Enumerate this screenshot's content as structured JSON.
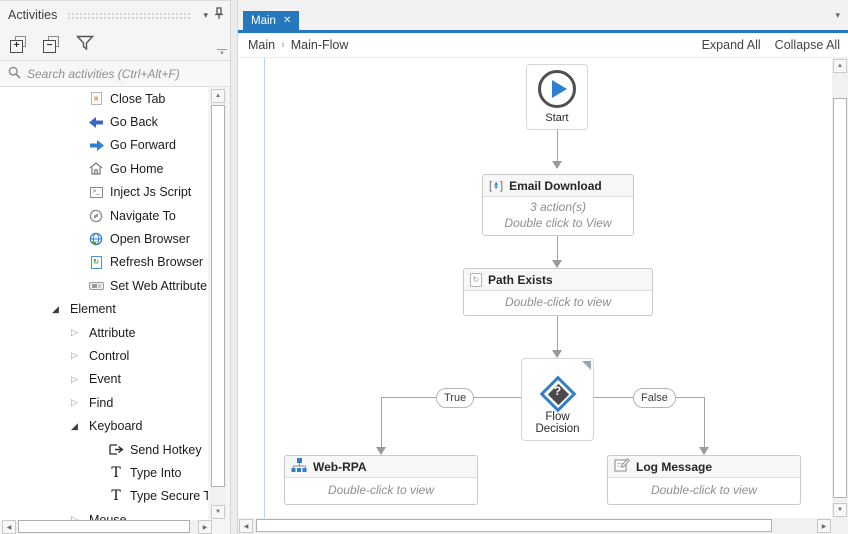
{
  "colors": {
    "accent_blue": "#2577be",
    "node_blue": "#2e7fd0",
    "connector_gray": "#a3a3a3",
    "header_gray": "#f7f7f7"
  },
  "icons": {
    "dropdown_caret": "▾",
    "tab_close": "✕",
    "expander_expanded": "◢",
    "expander_collapsed": "▷",
    "expand_all_plus": "+",
    "collapse_all_minus": "−",
    "page_refresh": "↻",
    "sequence_up": "▲",
    "sequence_down": "▼",
    "decision_question": "?",
    "close_tab_x": "✕",
    "sb_up": "▲",
    "sb_down": "▼",
    "sb_left": "◀",
    "sb_right": "▶"
  },
  "activities_panel": {
    "title": "Activities",
    "search_placeholder": "Search activities (Ctrl+Alt+F)",
    "tree": [
      {
        "label": "Close Tab",
        "icon": "close-tab-icon"
      },
      {
        "label": "Go Back",
        "icon": "go-back-icon"
      },
      {
        "label": "Go Forward",
        "icon": "go-forward-icon"
      },
      {
        "label": "Go Home",
        "icon": "go-home-icon"
      },
      {
        "label": "Inject Js Script",
        "icon": "inject-js-icon"
      },
      {
        "label": "Navigate To",
        "icon": "navigate-to-icon"
      },
      {
        "label": "Open Browser",
        "icon": "open-browser-icon"
      },
      {
        "label": "Refresh Browser",
        "icon": "refresh-browser-icon"
      },
      {
        "label": "Set Web Attribute",
        "icon": "set-web-attribute-icon"
      },
      {
        "label": "Element",
        "state": "expanded"
      },
      {
        "label": "Attribute",
        "state": "collapsed"
      },
      {
        "label": "Control",
        "state": "collapsed"
      },
      {
        "label": "Event",
        "state": "collapsed"
      },
      {
        "label": "Find",
        "state": "collapsed"
      },
      {
        "label": "Keyboard",
        "state": "expanded"
      },
      {
        "label": "Send Hotkey",
        "icon": "send-hotkey-icon"
      },
      {
        "label": "Type Into",
        "icon": "type-into-icon"
      },
      {
        "label": "Type Secure Text",
        "icon": "type-secure-text-icon"
      },
      {
        "label": "Mouse",
        "state": "collapsed"
      }
    ]
  },
  "main": {
    "tab": {
      "label": "Main"
    },
    "breadcrumb": {
      "root": "Main",
      "separator": "›",
      "current": "Main-Flow"
    },
    "actions": {
      "expand_all": "Expand All",
      "collapse_all": "Collapse All"
    },
    "flow": {
      "start": {
        "label": "Start"
      },
      "email_download": {
        "title": "Email Download",
        "line1": "3 action(s)",
        "line2": "Double click to View"
      },
      "path_exists": {
        "title": "Path Exists",
        "body": "Double-click to view"
      },
      "flow_decision": {
        "label": "Flow Decision",
        "true_label": "True",
        "false_label": "False"
      },
      "web_rpa": {
        "title": "Web-RPA",
        "body": "Double-click to view"
      },
      "log_message": {
        "title": "Log Message",
        "body": "Double-click to view"
      }
    }
  }
}
